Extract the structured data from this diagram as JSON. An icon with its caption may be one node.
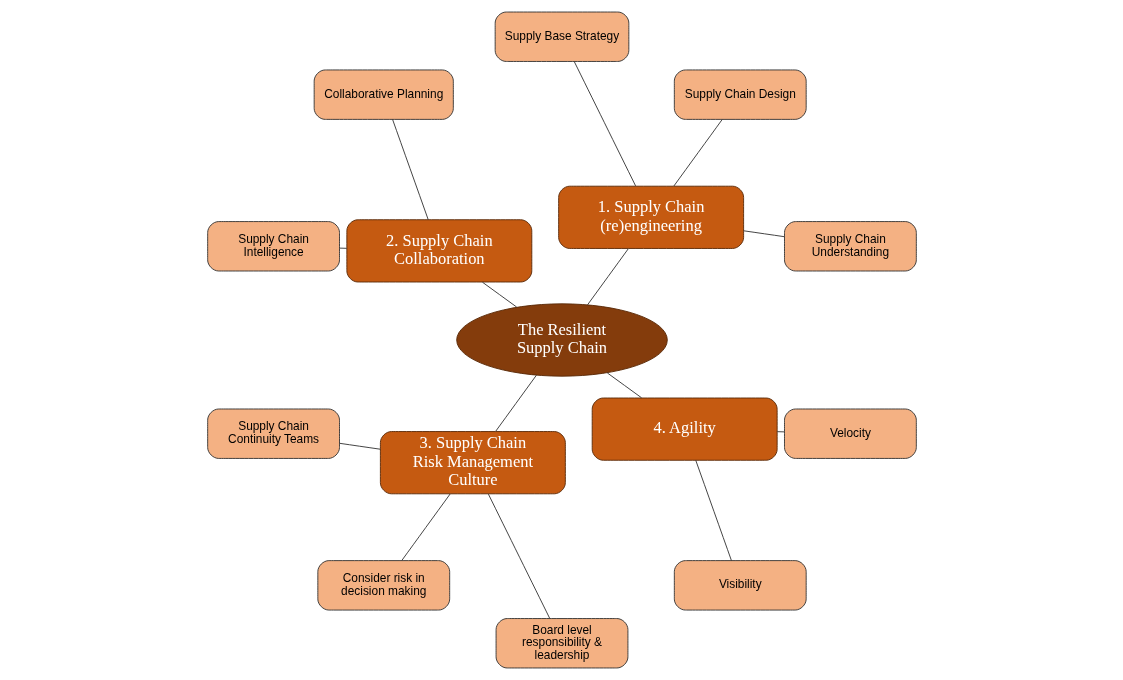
{
  "diagram": {
    "nodes": [
      {
        "text": [
          "The Resilient Supply Chain"
        ]
      },
      {
        "text": [
          "1. Supply Chain (re)engineering"
        ]
      },
      {
        "text": [
          "Supply Chain Understanding"
        ]
      },
      {
        "text": [
          "Supply Chain Design"
        ]
      },
      {
        "text": [
          "Supply Base Strategy"
        ]
      },
      {
        "text": [
          "2. Supply Chain Collaboration"
        ]
      },
      {
        "text": [
          "Collaborative Planning"
        ]
      },
      {
        "text": [
          "Supply Chain Intelligence"
        ]
      },
      {
        "text": [
          "3. Supply Chain Risk Management Culture"
        ]
      },
      {
        "text": [
          "Supply Chain Continuity Teams"
        ]
      },
      {
        "text": [
          "Consider risk in decision making"
        ]
      },
      {
        "text": [
          "Board level responsibility & leadership"
        ]
      },
      {
        "text": [
          "4. Agility"
        ]
      },
      {
        "text": [
          "Visibility"
        ]
      },
      {
        "text": [
          "Velocity"
        ]
      }
    ],
    "edges": [
      {
        "from": 0,
        "to": 1,
        "arrow": "none"
      },
      {
        "from": 1,
        "to": 2,
        "arrow": "none"
      },
      {
        "from": 1,
        "to": 3,
        "arrow": "none"
      },
      {
        "from": 1,
        "to": 4,
        "arrow": "none"
      },
      {
        "from": 0,
        "to": 5,
        "arrow": "none"
      },
      {
        "from": 5,
        "to": 6,
        "arrow": "none"
      },
      {
        "from": 5,
        "to": 7,
        "arrow": "none"
      },
      {
        "from": 0,
        "to": 8,
        "arrow": "none"
      },
      {
        "from": 8,
        "to": 9,
        "arrow": "none"
      },
      {
        "from": 8,
        "to": 10,
        "arrow": "none"
      },
      {
        "from": 8,
        "to": 11,
        "arrow": "none"
      },
      {
        "from": 0,
        "to": 12,
        "arrow": "none"
      },
      {
        "from": 12,
        "to": 13,
        "arrow": "none"
      },
      {
        "from": 12,
        "to": 14,
        "arrow": "none"
      }
    ]
  }
}
